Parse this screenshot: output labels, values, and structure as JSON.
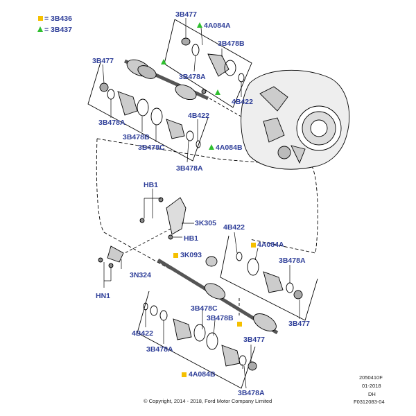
{
  "legend": {
    "square_label": "= 3B436",
    "triangle_label": "= 3B437",
    "square_color": "#f5c000",
    "triangle_color": "#2fbf2f"
  },
  "labels": {
    "top_3b477": "3B477",
    "top_4a084a": "4A084A",
    "top_3b478b": "3B478B",
    "top_3b478a": "3B478A",
    "top_4b422": "4B422",
    "upper_3b477": "3B477",
    "upper_3b478a": "3B478A",
    "upper_3b478b": "3B478B",
    "upper_3b478c": "3B478C",
    "upper_4b422": "4B422",
    "upper_4a084b": "4A084B",
    "upper_3b478a_2": "3B478A",
    "hb1_top": "HB1",
    "3k305": "3K305",
    "hb1_bottom": "HB1",
    "3k093": "3K093",
    "3n324": "3N324",
    "hn1": "HN1",
    "right_4b422": "4B422",
    "right_4a084a": "4A084A",
    "right_3b478a": "3B478A",
    "right_3b477": "3B477",
    "lower_3b478c": "3B478C",
    "lower_3b478b": "3B478B",
    "lower_4b422": "4B422",
    "lower_3b478a": "3B478A",
    "lower_3b477": "3B477",
    "lower_4a084b": "4A084B",
    "lower_3b478a_2": "3B478A"
  },
  "footer": {
    "copyright": "© Copyright, 2014 - 2018, Ford Motor Company Limited",
    "code1": "2050410F",
    "code2": "01-2018",
    "code3": "DH",
    "code4": "F0312083-04"
  }
}
